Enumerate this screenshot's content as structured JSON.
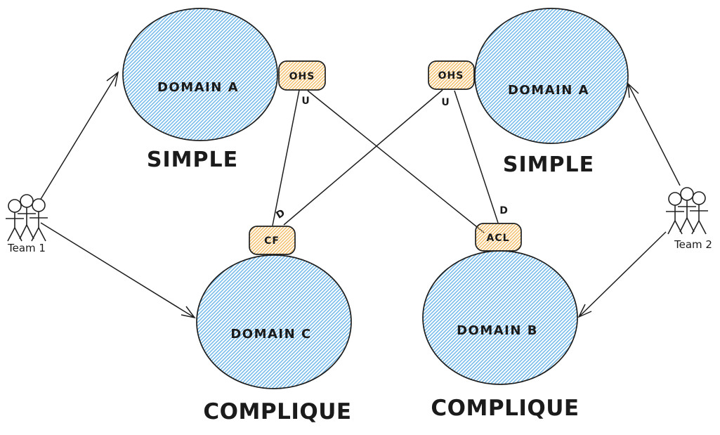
{
  "colors": {
    "circle_hatch": "#79bce9",
    "badge_hatch": "#f2bd68",
    "stroke": "#1e1e1e"
  },
  "nodes": {
    "domainALeft": {
      "label": "DOMAIN A",
      "category": "SIMPLE"
    },
    "domainARight": {
      "label": "DOMAIN A",
      "category": "SIMPLE"
    },
    "domainC": {
      "label": "DOMAIN C",
      "category": "COMPLIQUE"
    },
    "domainB": {
      "label": "DOMAIN B",
      "category": "COMPLIQUE"
    }
  },
  "badges": {
    "ohsLeft": "OHS",
    "ohsRight": "OHS",
    "cf": "CF",
    "acl": "ACL"
  },
  "markers": {
    "uLeft": "U",
    "uRight": "U",
    "dLeft": "D",
    "dRight": "D"
  },
  "teams": {
    "team1": "Team 1",
    "team2": "Team 2"
  }
}
